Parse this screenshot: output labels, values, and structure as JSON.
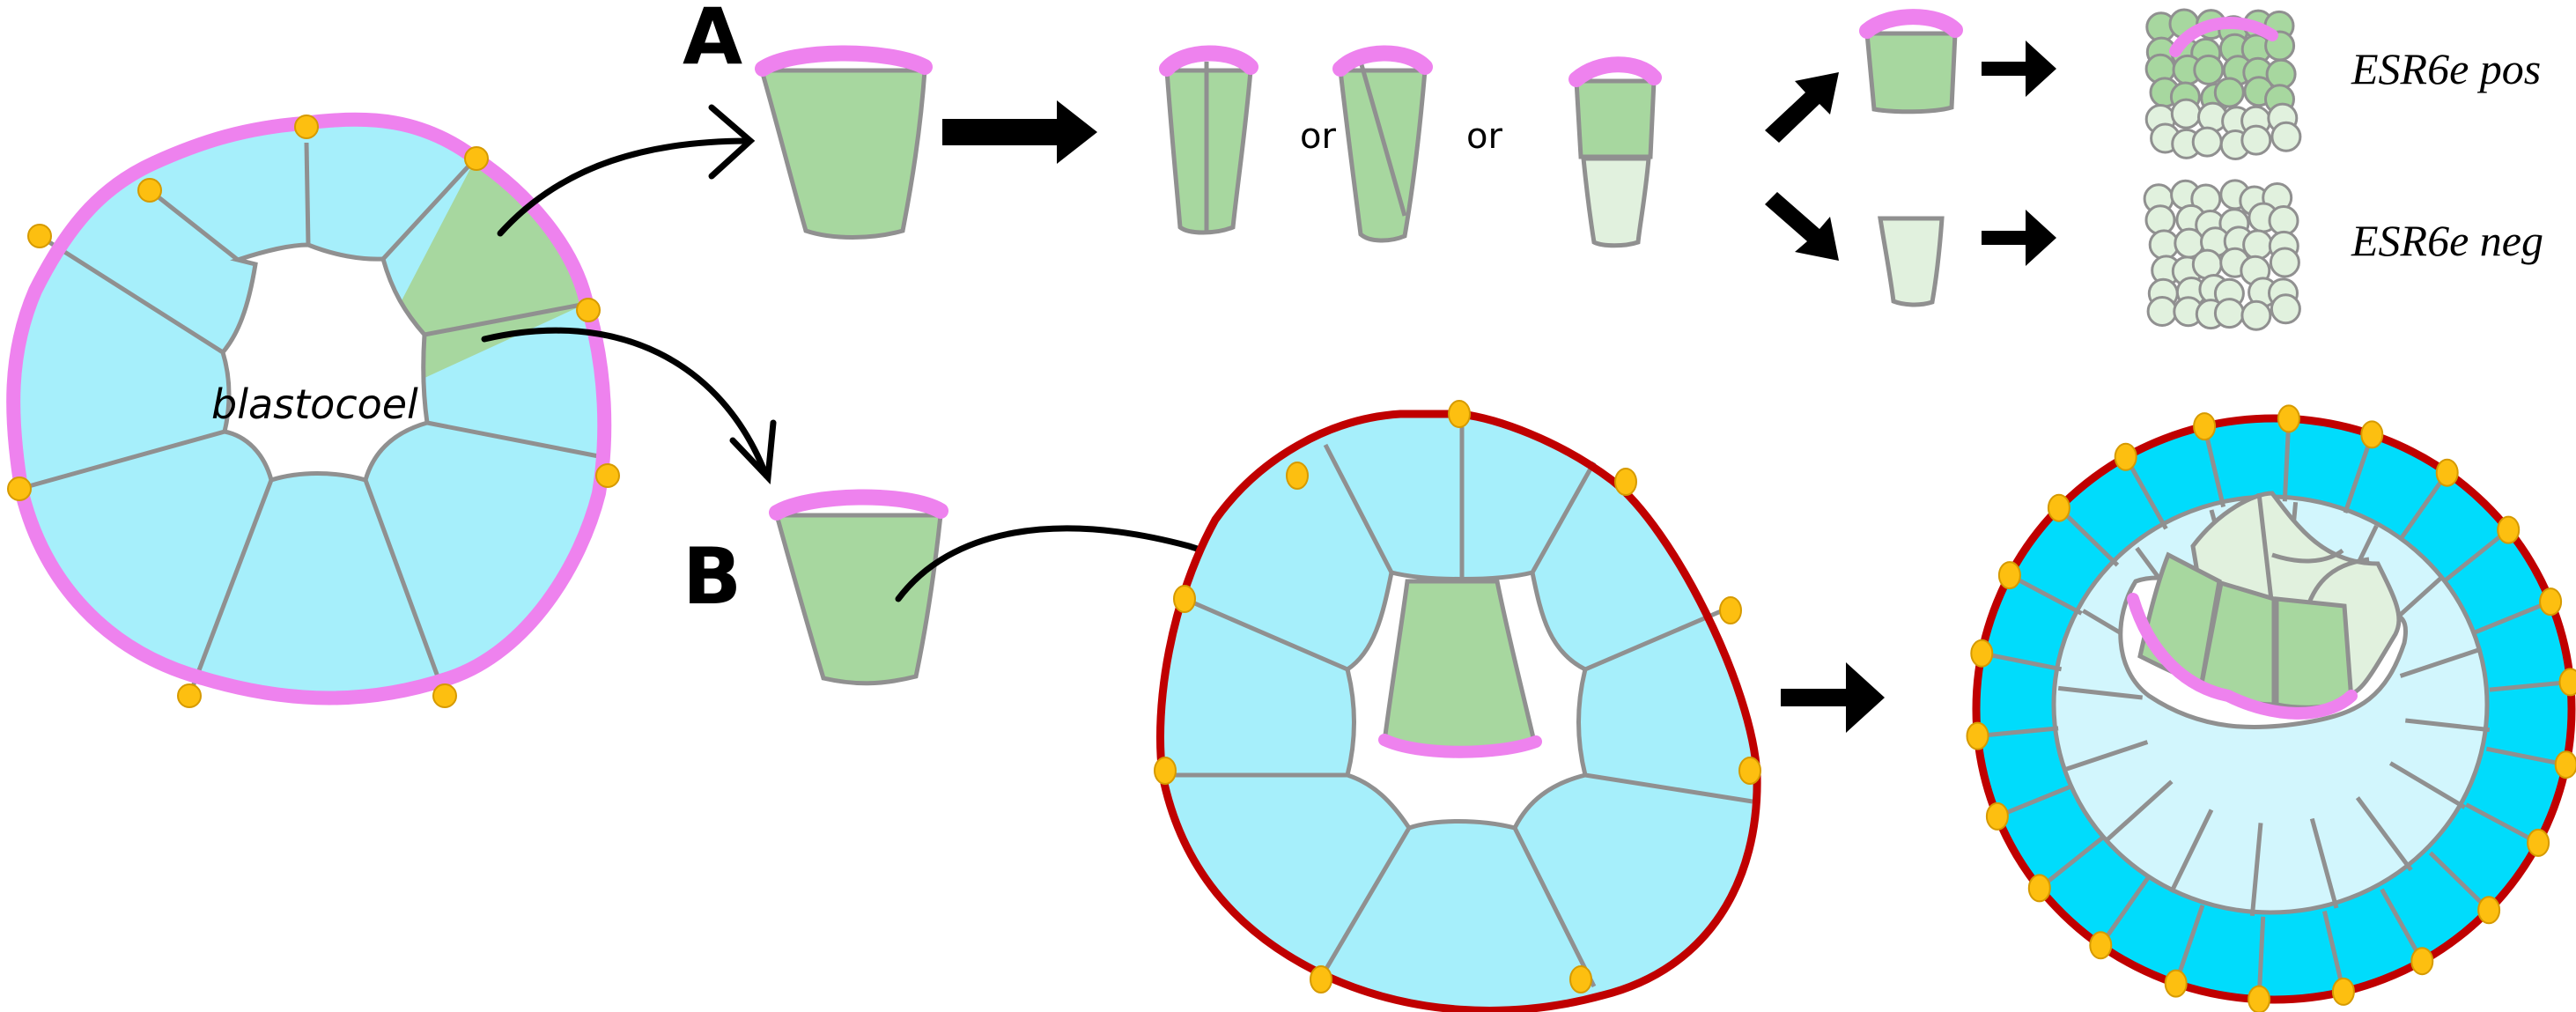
{
  "figure": {
    "panel_labels": {
      "a": "A",
      "b": "B"
    },
    "blastula": {
      "cavity_label": "blastocoel"
    },
    "panel_a": {
      "separator_1": "or",
      "separator_2": "or",
      "outcome_pos": "ESR6e pos",
      "outcome_neg": "ESR6e neg"
    },
    "colors": {
      "animal_cap_blue": "#a6effb",
      "outer_layer_cyan": "#00dcfc",
      "inner_layer_pale": "#d2f6fd",
      "grafted_green": "#a7d79f",
      "descendant_light_green": "#e1f1de",
      "apical_pink": "#ee82ee",
      "host_outline_red": "#c00000",
      "junction_yellow": "#fdbf10"
    }
  }
}
